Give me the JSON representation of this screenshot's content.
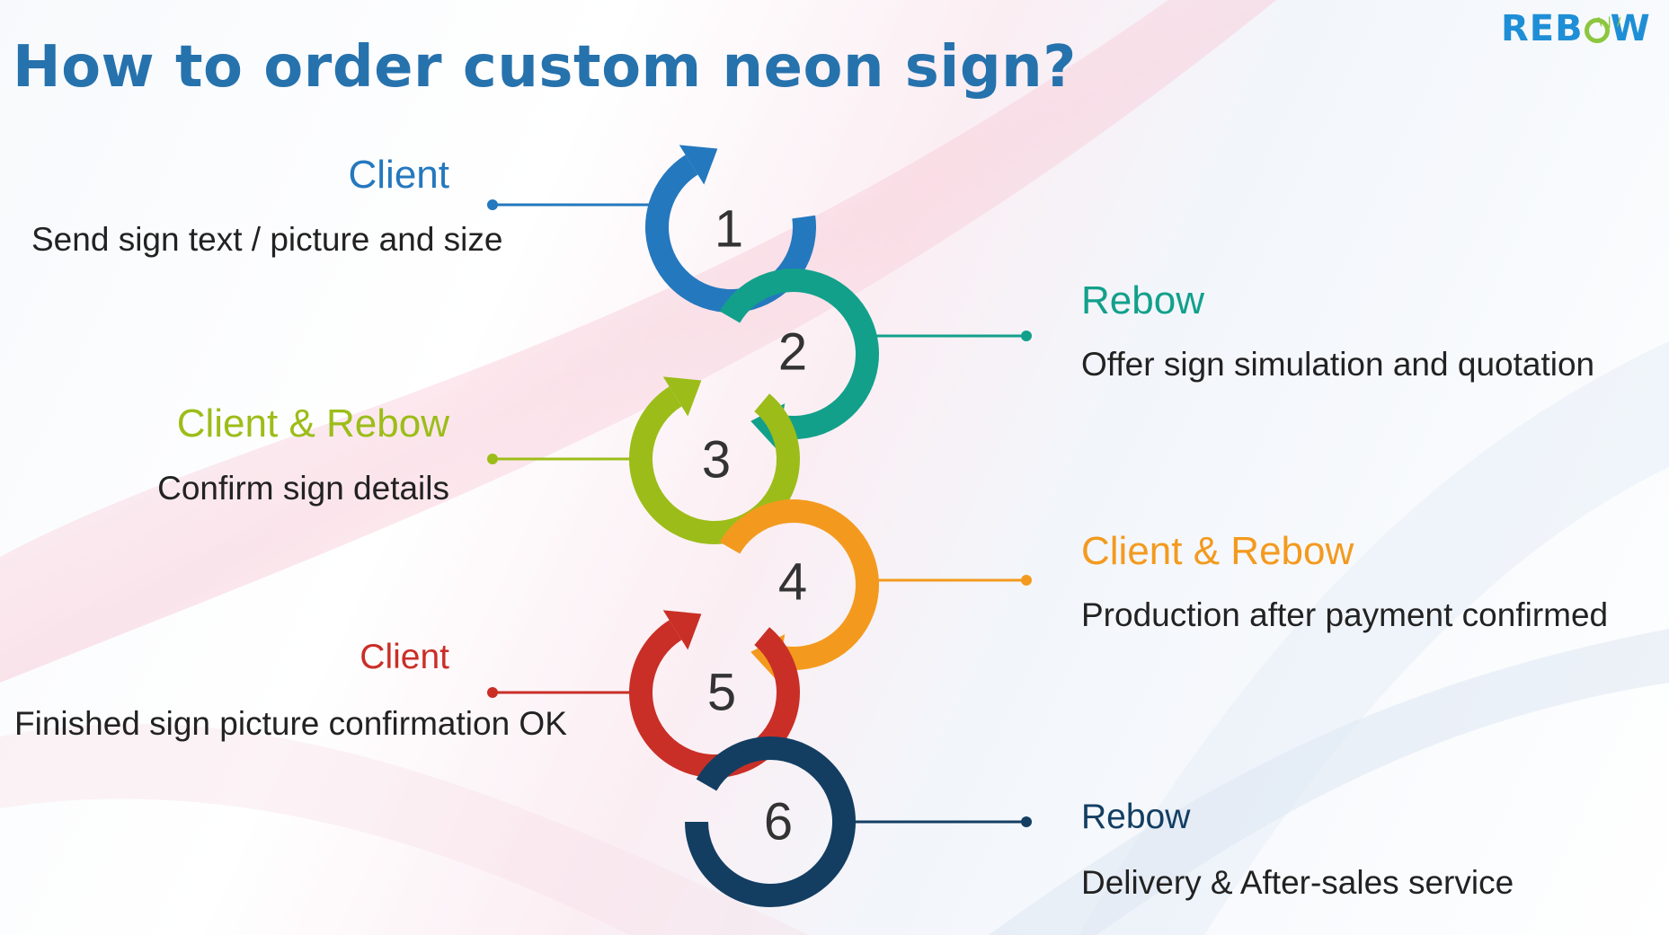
{
  "title": "How to order custom neon sign?",
  "logo": {
    "text_left": "REB",
    "text_right": "W"
  },
  "steps": [
    {
      "number": "1",
      "actor": "Client",
      "description": "Send sign text / picture and size",
      "color": "#2478be"
    },
    {
      "number": "2",
      "actor": "Rebow",
      "description": "Offer sign simulation and quotation",
      "color": "#12a08b"
    },
    {
      "number": "3",
      "actor": "Client & Rebow",
      "description": "Confirm sign details",
      "color": "#9cbd19"
    },
    {
      "number": "4",
      "actor": "Client & Rebow",
      "description": "Production after payment confirmed",
      "color": "#f39a1e"
    },
    {
      "number": "5",
      "actor": "Client",
      "description": "Finished sign picture confirmation OK",
      "color": "#c92f27"
    },
    {
      "number": "6",
      "actor": "Rebow",
      "description": "Delivery & After-sales service",
      "color": "#133e62"
    }
  ]
}
